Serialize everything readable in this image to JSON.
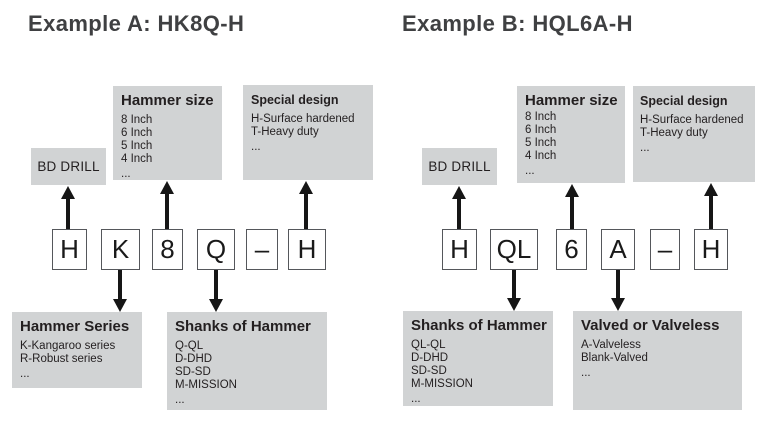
{
  "colors": {
    "box_bg": "#d1d3d4",
    "text": "#231f20",
    "heading": "#3f4042",
    "arrow": "#161616",
    "code_box_border": "#55575b"
  },
  "examples": [
    {
      "title": "Example A: HK8Q-H",
      "brand": "BD DRILL",
      "code": [
        "H",
        "K",
        "8",
        "Q",
        "–",
        "H"
      ],
      "hammer_size": {
        "title": "Hammer size",
        "items": [
          "8 Inch",
          "6 Inch",
          "5 Inch",
          "4 Inch",
          "..."
        ]
      },
      "special_design": {
        "title": "Special design",
        "items": [
          "H-Surface hardened",
          "T-Heavy duty",
          "..."
        ]
      },
      "hammer_series": {
        "title": "Hammer Series",
        "items": [
          "K-Kangaroo series",
          "R-Robust series",
          "..."
        ]
      },
      "shanks": {
        "title": "Shanks of Hammer",
        "items": [
          "Q-QL",
          "D-DHD",
          "SD-SD",
          "M-MISSION",
          "..."
        ]
      }
    },
    {
      "title": "Example B: HQL6A-H",
      "brand": "BD DRILL",
      "code": [
        "H",
        "QL",
        "6",
        "A",
        "–",
        "H"
      ],
      "hammer_size": {
        "title": "Hammer size",
        "items": [
          "8 Inch",
          "6 Inch",
          "5 Inch",
          "4 Inch",
          "..."
        ]
      },
      "special_design": {
        "title": "Special design",
        "items": [
          "H-Surface hardened",
          "T-Heavy duty",
          "..."
        ]
      },
      "shanks": {
        "title": "Shanks of Hammer",
        "items": [
          "QL-QL",
          "D-DHD",
          "SD-SD",
          "M-MISSION",
          "..."
        ]
      },
      "valved": {
        "title": "Valved or Valveless",
        "items": [
          "A-Valveless",
          "Blank-Valved",
          "..."
        ]
      }
    }
  ]
}
